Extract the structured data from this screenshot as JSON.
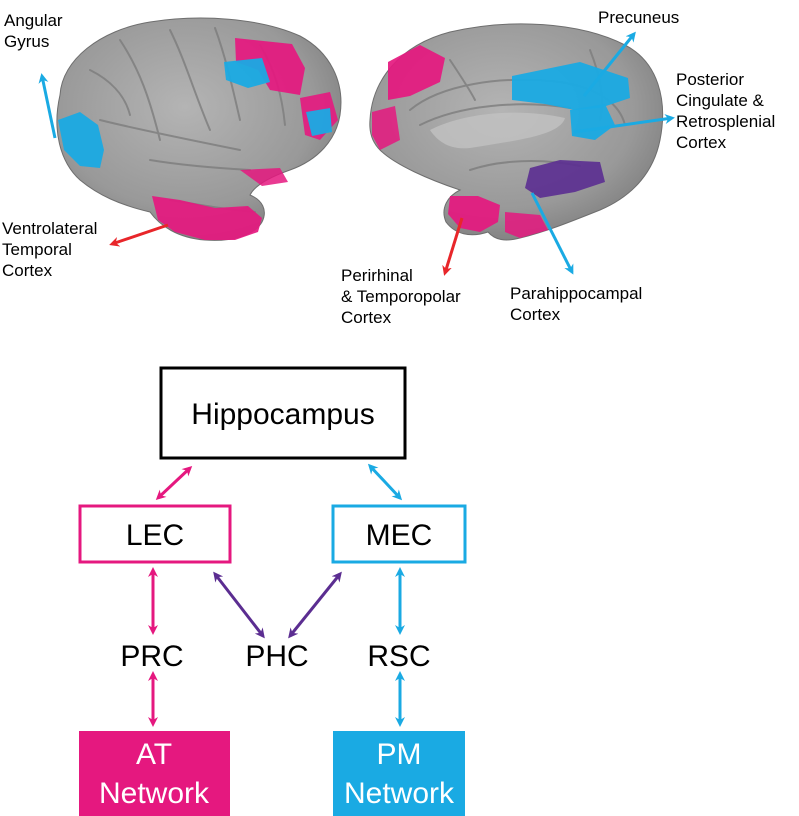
{
  "colors": {
    "pink": "#e5187f",
    "blue": "#1aaae3",
    "purple": "#5b2d91",
    "red": "#e8262a",
    "brain_gray": "#9b9b9b",
    "black": "#000000",
    "white": "#ffffff"
  },
  "brain_labels": {
    "angular_gyrus": [
      "Angular",
      "Gyrus"
    ],
    "ventrolateral": [
      "Ventrolateral",
      "Temporal",
      "Cortex"
    ],
    "precuneus": [
      "Precuneus"
    ],
    "posterior_cingulate": [
      "Posterior",
      "Cingulate &",
      "Retrosplenial",
      "Cortex"
    ],
    "perirhinal": [
      "Perirhinal",
      "& Temporopolar",
      "Cortex"
    ],
    "parahippocampal": [
      "Parahippocampal",
      "Cortex"
    ]
  },
  "nodes": {
    "hippocampus": "Hippocampus",
    "lec": "LEC",
    "mec": "MEC",
    "prc": "PRC",
    "phc": "PHC",
    "rsc": "RSC",
    "at_network": [
      "AT",
      "Network"
    ],
    "pm_network": [
      "PM",
      "Network"
    ]
  }
}
